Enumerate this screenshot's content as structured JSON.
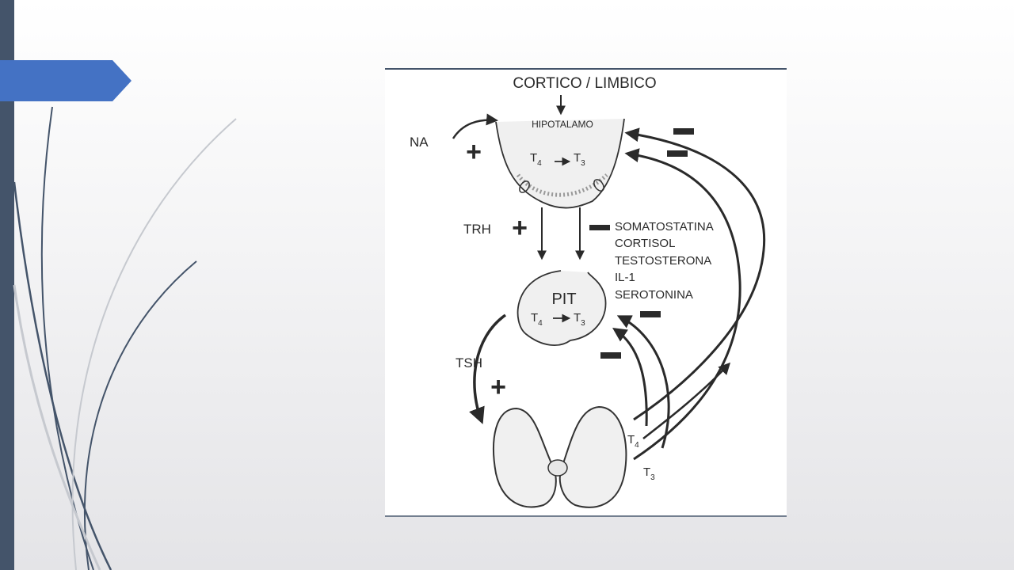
{
  "slide": {
    "colors": {
      "sidebar": "#44546a",
      "accent_tab": "#4472c4",
      "curve_dark": "#44546a",
      "curve_light": "#c6c9cf"
    },
    "diagram": {
      "top_label": "CORTICO / LIMBICO",
      "hypothalamus": "HIPOTALAMO",
      "na": "NA",
      "trh": "TRH",
      "tsh": "TSH",
      "pit": "PIT",
      "t4": "T",
      "t3": "T",
      "sub4": "4",
      "sub3": "3",
      "plus": "+",
      "inhibitors": [
        "SOMATOSTATINA",
        "CORTISOL",
        "TESTOSTERONA",
        "IL-1",
        "SEROTONINA"
      ]
    }
  }
}
